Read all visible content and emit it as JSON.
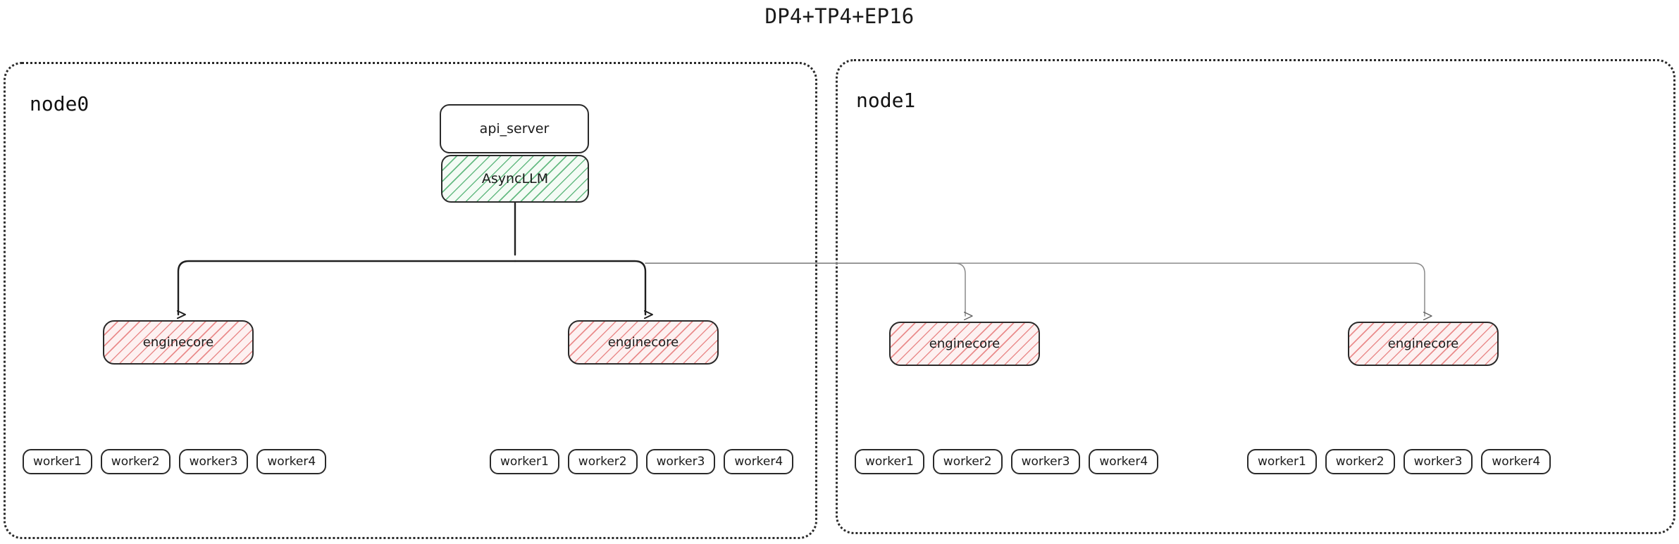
{
  "title": "DP4+TP4+EP16",
  "colors": {
    "outline": "#2a2a2a",
    "node_border": "#2b2b2b",
    "asyncllm_hatch": "#4caf6e",
    "asyncllm_fill": "#f4fbf5",
    "enginecore_hatch": "#e46a6a",
    "enginecore_fill": "#fdf1f1",
    "edge_primary": "#1f1f1f",
    "edge_secondary": "#8a8a8a",
    "background": "#ffffff"
  },
  "nodes": [
    {
      "id": "node0",
      "label": "node0",
      "stack": {
        "api_server": "api_server",
        "async_llm": "AsyncLLM"
      },
      "enginecores": [
        {
          "label": "enginecore",
          "workers": [
            "worker1",
            "worker2",
            "worker3",
            "worker4"
          ]
        },
        {
          "label": "enginecore",
          "workers": [
            "worker1",
            "worker2",
            "worker3",
            "worker4"
          ]
        }
      ]
    },
    {
      "id": "node1",
      "label": "node1",
      "enginecores": [
        {
          "label": "enginecore",
          "workers": [
            "worker1",
            "worker2",
            "worker3",
            "worker4"
          ]
        },
        {
          "label": "enginecore",
          "workers": [
            "worker1",
            "worker2",
            "worker3",
            "worker4"
          ]
        }
      ]
    }
  ]
}
